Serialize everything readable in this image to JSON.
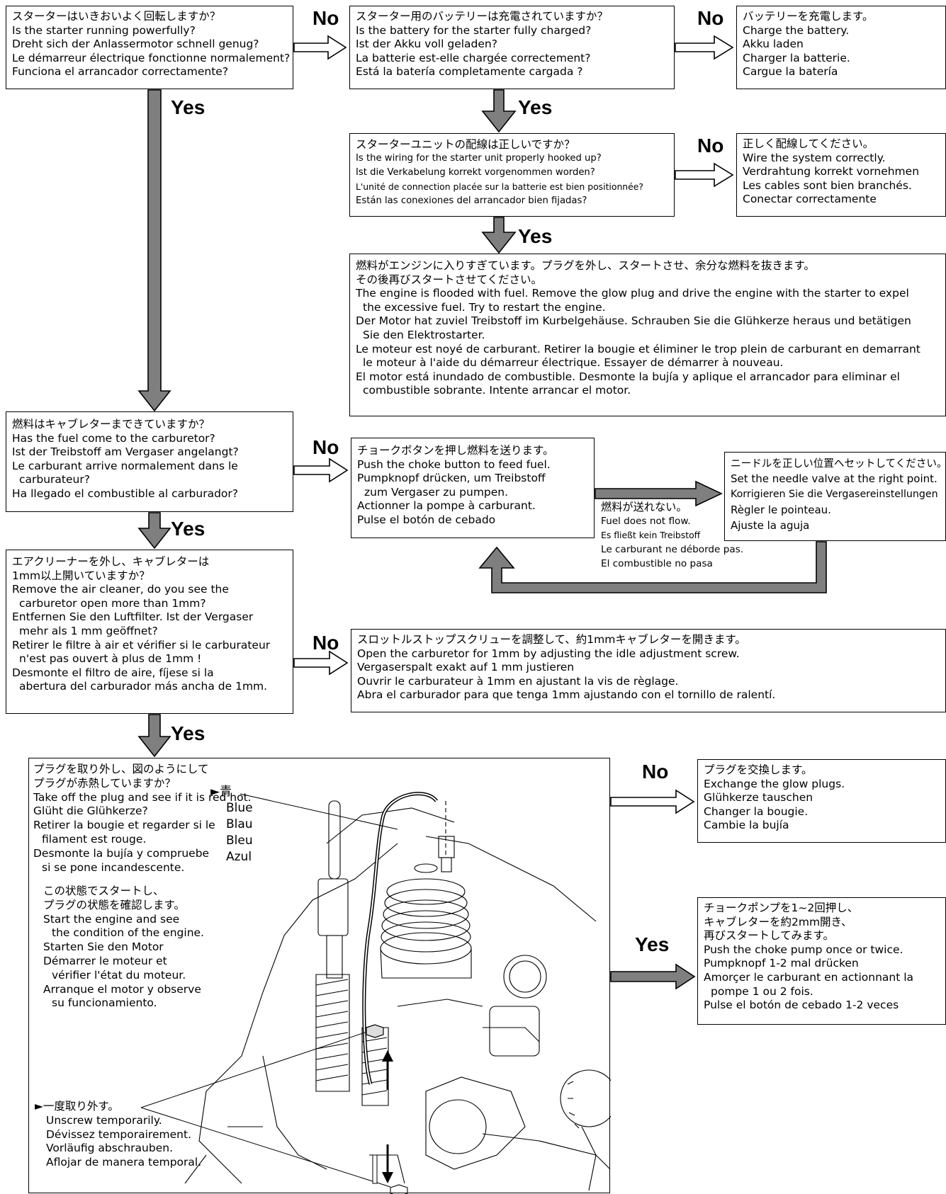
{
  "labels": {
    "no": "No",
    "yes": "Yes"
  },
  "box_a": {
    "lines": [
      "スターターはいきおいよく回転しますか？",
      "Is the starter running powerfully?",
      "Dreht sich der Anlassermotor schnell genug?",
      "Le démarreur électrique fonctionne normalement?",
      "Funciona el arrancador correctamente?"
    ]
  },
  "box_b": {
    "lines": [
      "スターター用のバッテリーは充電されていますか？",
      "Is the battery for the starter fully charged?",
      "Ist der Akku voll geladen?",
      "La batterie est-elle chargée correctement?",
      "Está la batería completamente cargada ?"
    ]
  },
  "box_c": {
    "lines": [
      "バッテリーを充電します。",
      "Charge the battery.",
      "Akku laden",
      "Charger la batterie.",
      "Cargue la batería"
    ]
  },
  "box_d": {
    "lines": [
      "スターターユニットの配線は正しいですか？",
      "Is the wiring for the starter unit properly hooked up?",
      "Ist die Verkabelung korrekt vorgenommen worden?",
      "L'unité de connection placée sur la batterie est bien positionnée?",
      "Están las conexiones del arrancador bien fijadas?"
    ]
  },
  "box_e": {
    "lines": [
      "正しく配線してください。",
      "Wire the system correctly.",
      "Verdrahtung korrekt vornehmen",
      "Les cables sont bien branchés.",
      "Conectar correctamente"
    ]
  },
  "box_f": {
    "lines": [
      "燃料がエンジンに入りすぎています。プラグを外し、スタートさせ、余分な燃料を抜きます。",
      "その後再びスタートさせてください。",
      "The engine is flooded with fuel. Remove the glow plug and drive the engine with the starter to expel",
      "the excessive fuel. Try to restart the engine.",
      "Der Motor hat zuviel Treibstoff im Kurbelgehäuse. Schrauben Sie die Glühkerze heraus und betätigen",
      "Sie den Elektrostarter.",
      "Le moteur est noyé de carburant. Retirer la bougie et éliminer le trop plein de carburant en demarrant",
      "le moteur à l'aide du démarreur électrique. Essayer de démarrer à nouveau.",
      "El motor está inundado de combustible. Desmonte la bujía y aplique el arrancador para eliminar el",
      "combustible sobrante. Intente arrancar el motor."
    ]
  },
  "box_g": {
    "lines": [
      "燃料はキャブレターまできていますか？",
      "Has the fuel come to the carburetor?",
      "Ist der Treibstoff am Vergaser angelangt?",
      "Le carburant arrive normalement dans le",
      "carburateur?",
      "Ha llegado el combustible al carburador?"
    ]
  },
  "box_h": {
    "lines": [
      "チョークボタンを押し燃料を送ります。",
      "Push the choke button to feed fuel.",
      "Pumpknopf drücken, um Treibstoff",
      "zum Vergaser zu pumpen.",
      "Actionner la pompe à carburant.",
      "Pulse el botón de cebado"
    ]
  },
  "fuel_note": {
    "lines": [
      "燃料が送れない。",
      "Fuel does not flow.",
      "Es fließt kein Treibstoff",
      "Le carburant ne déborde pas.",
      "El combustible no pasa"
    ]
  },
  "box_i": {
    "lines": [
      "ニードルを正しい位置へセットしてください。",
      "Set the needle valve at the right point.",
      "Korrigieren Sie die Vergasereinstellungen",
      "Règler le pointeau.",
      "Ajuste la aguja"
    ]
  },
  "box_j": {
    "lines": [
      "エアクリーナーを外し、キャブレターは",
      "1mm以上開いていますか？",
      "Remove the air cleaner, do you see the",
      "carburetor open more than 1mm?",
      "Entfernen Sie den Luftfilter. Ist der Vergaser",
      "mehr als 1 mm geöffnet?",
      "Retirer le filtre à air et vérifier si le carburateur",
      "n'est pas ouvert à plus de 1mm !",
      "Desmonte el filtro de aire, fíjese si la",
      "abertura del carburador más ancha de 1mm."
    ]
  },
  "box_k": {
    "lines": [
      "スロットルストップスクリューを調整して、約1mmキャブレターを開きます。",
      "Open the carburetor for 1mm by adjusting the idle adjustment screw.",
      "Vergaserspalt exakt auf 1 mm justieren",
      "Ouvrir le carburateur à 1mm  en ajustant la vis de règlage.",
      "Abra el carburador para que tenga 1mm ajustando con el tornillo de ralentí."
    ]
  },
  "box_l": {
    "question": [
      "プラグを取り外し、図のようにして",
      "プラグが赤熱していますか？",
      "Take off the plug and see if it is red hot.",
      "Glüht die Glühkerze?",
      "Retirer la bougie et regarder si le",
      "filament est rouge.",
      "Desmonte la bujía y compruebe",
      "si se pone incandescente."
    ],
    "instruction": [
      "この状態でスタートし、",
      "プラグの状態を確認します。",
      "Start the engine and see",
      "the condition of the engine.",
      "Starten Sie den Motor",
      "Démarrer le moteur et",
      "vérifier l'état du moteur.",
      "Arranque el motor y observe",
      "su funcionamiento."
    ],
    "blue_label": [
      "青",
      "Blue",
      "Blau",
      "Bleu",
      "Azul"
    ],
    "unscrew_label": [
      "一度取り外す。",
      "Unscrew temporarily.",
      "Dévissez temporairement.",
      "Vorläufig abschrauben.",
      "Aflojar de manera temporal."
    ]
  },
  "box_m": {
    "lines": [
      "プラグを交換します。",
      "Exchange the glow plugs.",
      "Glühkerze tauschen",
      "Changer la bougie.",
      "Cambie la bujía"
    ]
  },
  "box_n": {
    "lines": [
      "チョークポンプを1~2回押し、",
      "キャブレターを約2mm開き、",
      "再びスタートしてみます。",
      "Push the choke pump once or twice.",
      "Pumpknopf 1-2 mal drücken",
      "Amorçer le carburant en actionnant la",
      "pompe 1 ou 2 fois.",
      "Pulse el botón de cebado 1-2 veces"
    ]
  }
}
